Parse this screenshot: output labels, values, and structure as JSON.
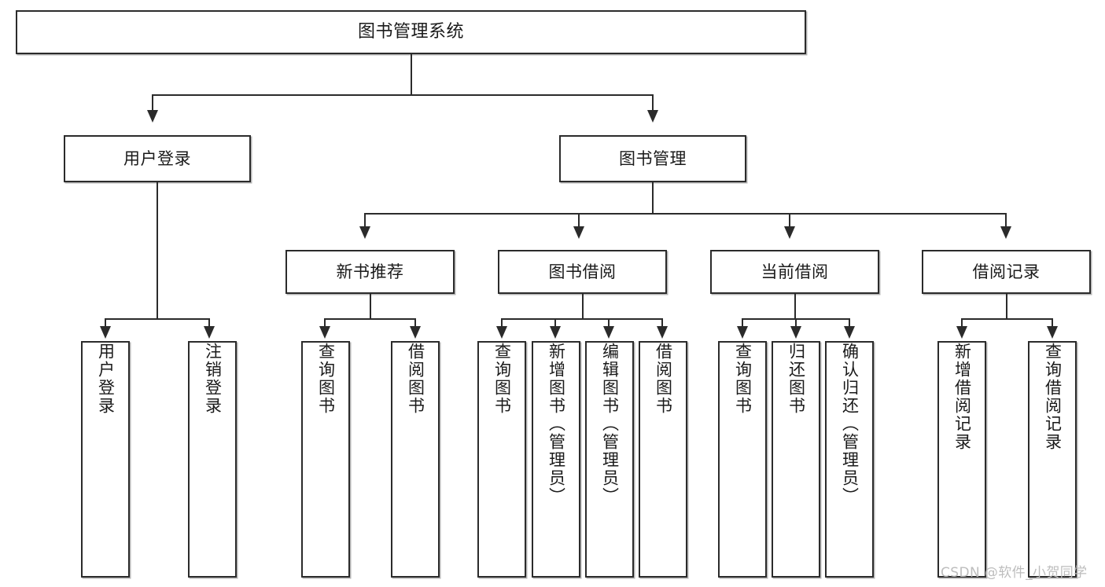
{
  "diagram": {
    "title": "图书管理系统",
    "type": "hierarchy-tree",
    "watermark": "CSDN @软件_小贺同学",
    "colors": {
      "box_border": "#2b2b2b",
      "box_fill": "#ffffff",
      "line": "#2b2b2b",
      "text": "#1a1a1a",
      "watermark": "#bdbdbd",
      "background": "#ffffff"
    },
    "levels": {
      "level1": [
        "图书管理系统"
      ],
      "level2": [
        "用户登录",
        "图书管理"
      ],
      "level3": [
        "新书推荐",
        "图书借阅",
        "当前借阅",
        "借阅记录"
      ],
      "level4": [
        "用户登录",
        "注销登录",
        "查询图书",
        "借阅图书",
        "查询图书",
        "新增图书（管理员）",
        "编辑图书（管理员）",
        "借阅图书",
        "查询图书",
        "归还图书",
        "确认归还（管理员）",
        "新增借阅记录",
        "查询借阅记录"
      ]
    },
    "nodes": {
      "root": {
        "label": "图书管理系统"
      },
      "user_login": {
        "label": "用户登录"
      },
      "book_mgmt": {
        "label": "图书管理"
      },
      "new_book_rec": {
        "label": "新书推荐"
      },
      "book_borrow": {
        "label": "图书借阅"
      },
      "current_borrow": {
        "label": "当前借阅"
      },
      "borrow_record": {
        "label": "借阅记录"
      },
      "leaf_user_login": {
        "label": "用户登录"
      },
      "leaf_logout": {
        "label": "注销登录"
      },
      "leaf_rec_query": {
        "label": "查询图书"
      },
      "leaf_rec_borrow": {
        "label": "借阅图书"
      },
      "leaf_bb_query": {
        "label": "查询图书"
      },
      "leaf_bb_add": {
        "label": "新增图书（管理员）"
      },
      "leaf_bb_edit": {
        "label": "编辑图书（管理员）"
      },
      "leaf_bb_borrow": {
        "label": "借阅图书"
      },
      "leaf_cb_query": {
        "label": "查询图书"
      },
      "leaf_cb_return": {
        "label": "归还图书"
      },
      "leaf_cb_confirm": {
        "label": "确认归还（管理员）"
      },
      "leaf_br_add": {
        "label": "新增借阅记录"
      },
      "leaf_br_query": {
        "label": "查询借阅记录"
      }
    },
    "edges": [
      {
        "from": "图书管理系统",
        "to": "用户登录"
      },
      {
        "from": "图书管理系统",
        "to": "图书管理"
      },
      {
        "from": "用户登录",
        "to": "用户登录"
      },
      {
        "from": "用户登录",
        "to": "注销登录"
      },
      {
        "from": "图书管理",
        "to": "新书推荐"
      },
      {
        "from": "图书管理",
        "to": "图书借阅"
      },
      {
        "from": "图书管理",
        "to": "当前借阅"
      },
      {
        "from": "图书管理",
        "to": "借阅记录"
      },
      {
        "from": "新书推荐",
        "to": "查询图书"
      },
      {
        "from": "新书推荐",
        "to": "借阅图书"
      },
      {
        "from": "图书借阅",
        "to": "查询图书"
      },
      {
        "from": "图书借阅",
        "to": "新增图书（管理员）"
      },
      {
        "from": "图书借阅",
        "to": "编辑图书（管理员）"
      },
      {
        "from": "图书借阅",
        "to": "借阅图书"
      },
      {
        "from": "当前借阅",
        "to": "查询图书"
      },
      {
        "from": "当前借阅",
        "to": "归还图书"
      },
      {
        "from": "当前借阅",
        "to": "确认归还（管理员）"
      },
      {
        "from": "借阅记录",
        "to": "新增借阅记录"
      },
      {
        "from": "借阅记录",
        "to": "查询借阅记录"
      }
    ]
  }
}
